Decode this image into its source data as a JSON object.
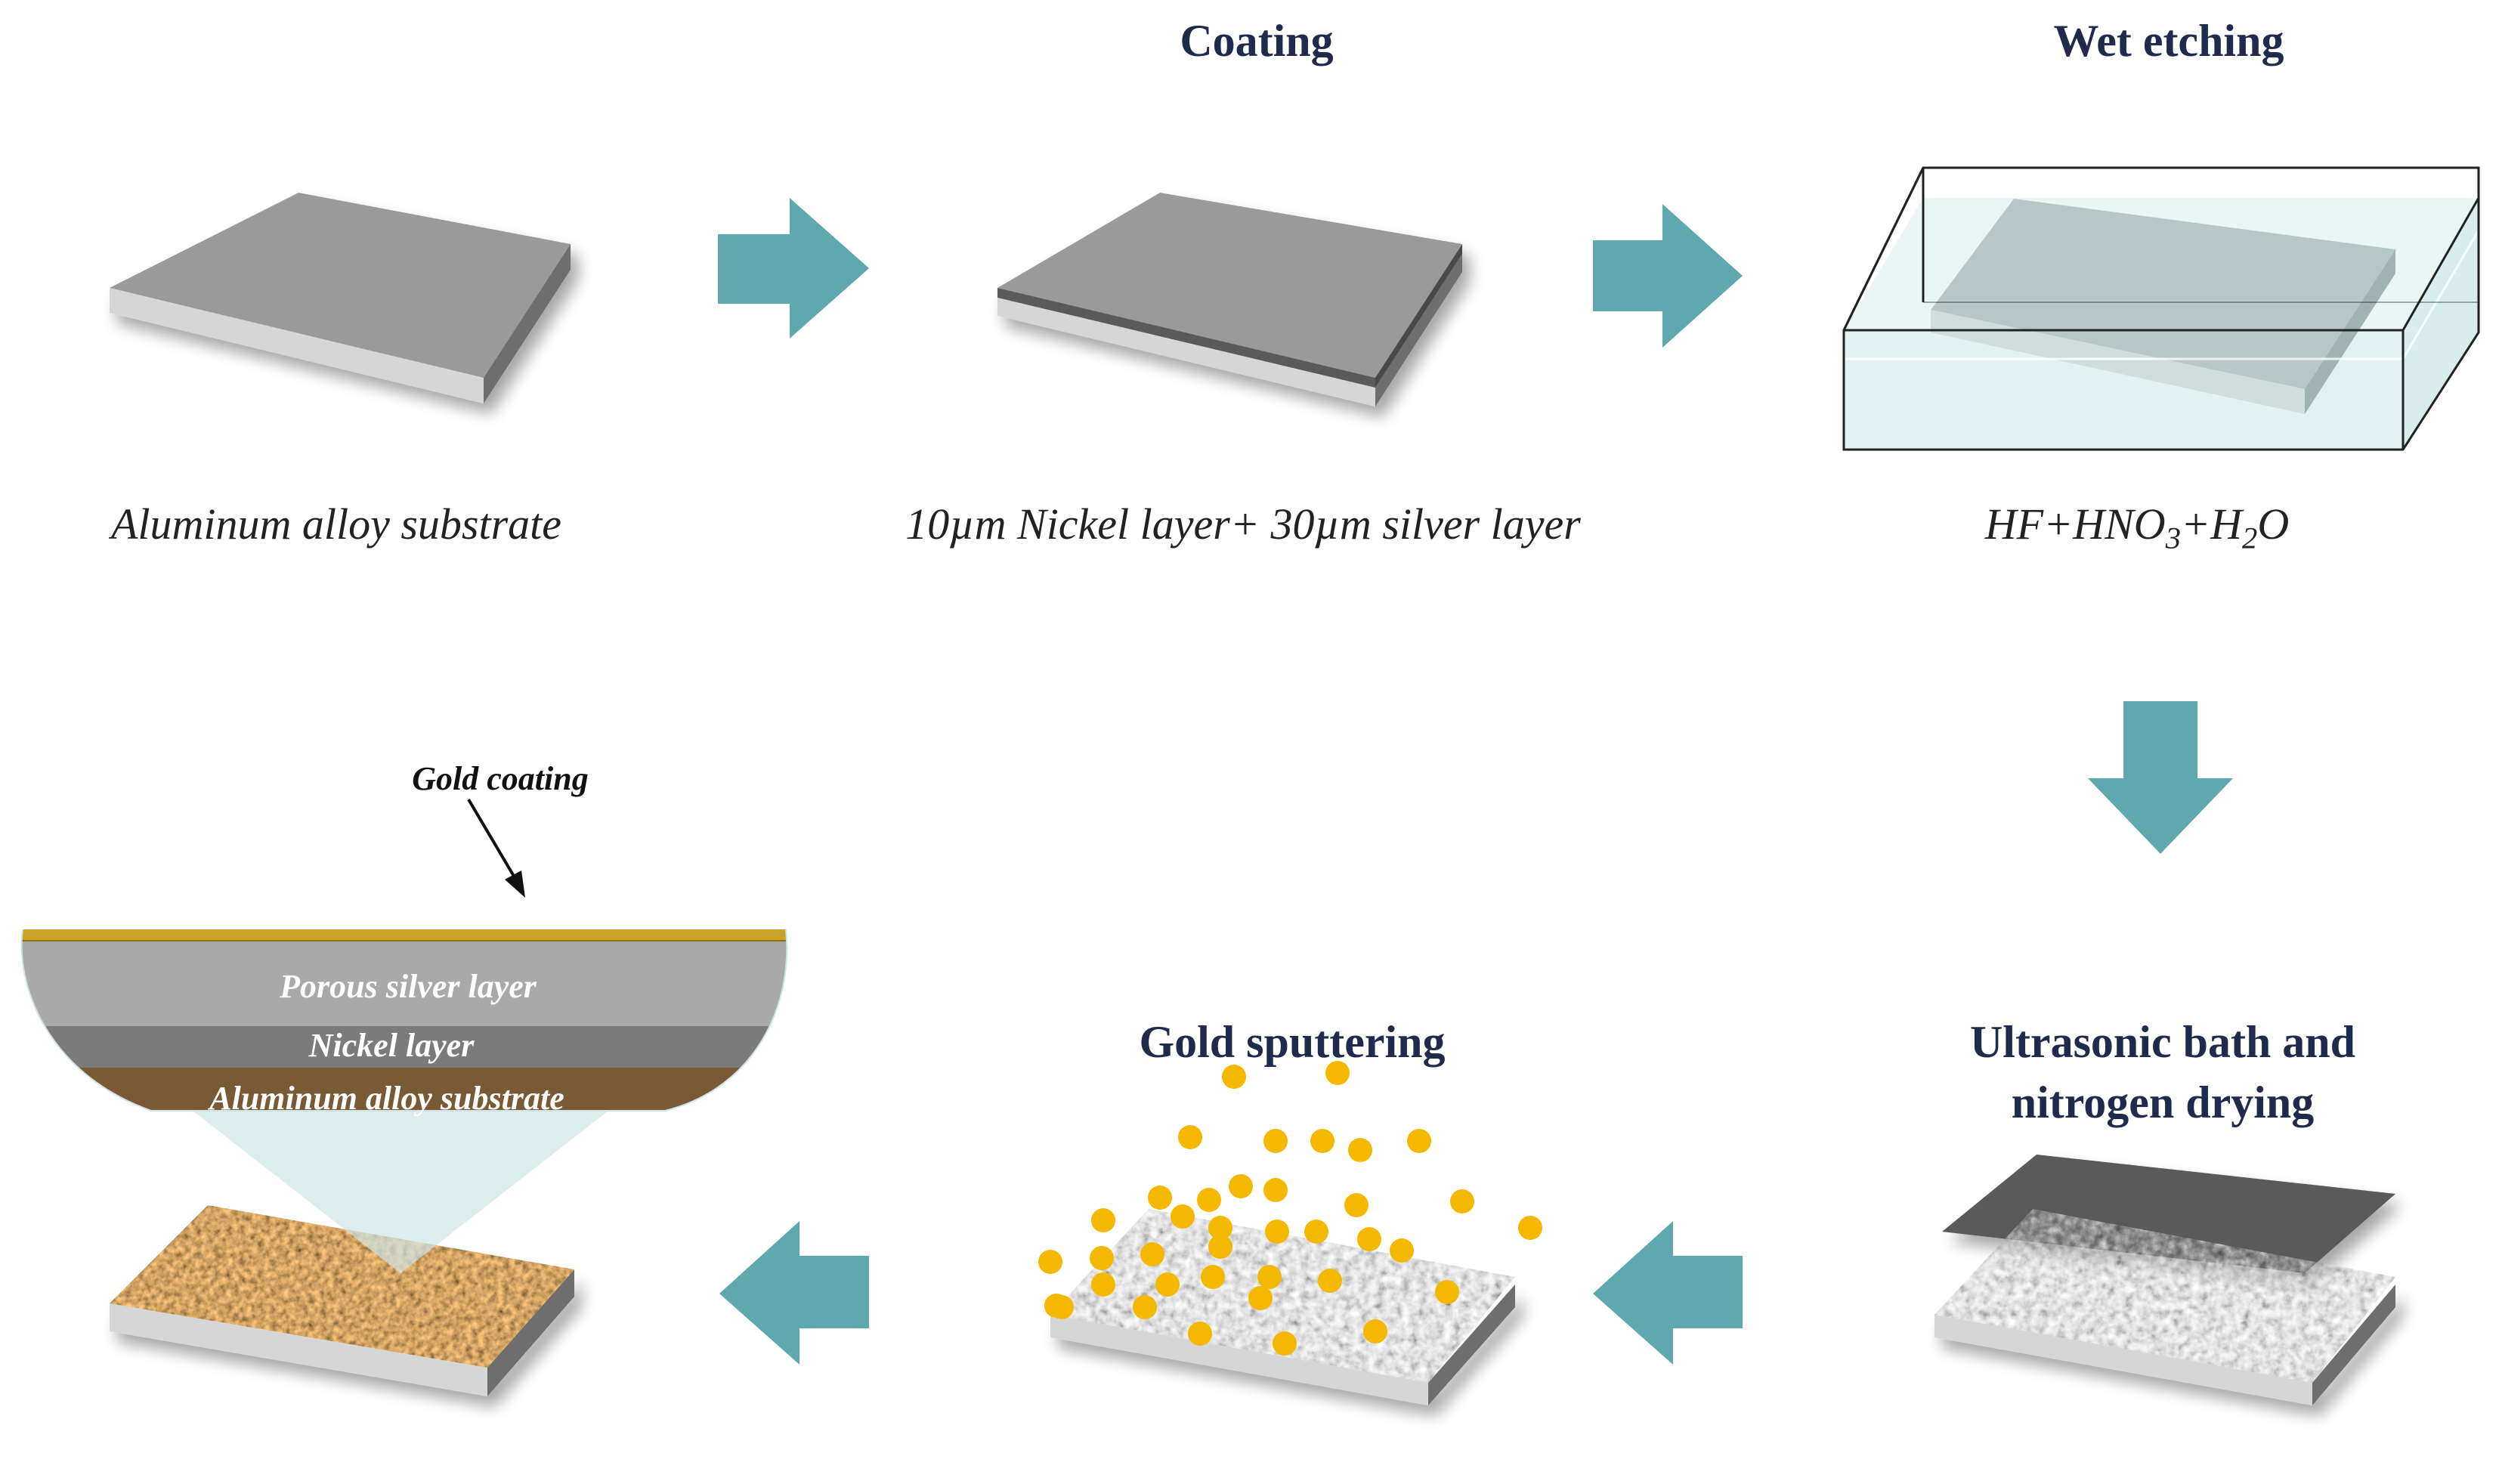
{
  "steps": {
    "substrate": {
      "caption": "Aluminum alloy substrate"
    },
    "coating": {
      "title": "Coating",
      "caption": "10µm Nickel layer+ 30µm silver layer"
    },
    "etching": {
      "title": "Wet etching",
      "formula": {
        "p1": "HF+HNO",
        "s1": "3",
        "p2": "+H",
        "s2": "2",
        "p3": "O"
      }
    },
    "ultrasonic": {
      "title_line1": "Ultrasonic bath and",
      "title_line2": "nitrogen drying"
    },
    "sputtering": {
      "title": "Gold sputtering"
    },
    "result": {
      "gold_label": "Gold coating",
      "layers": [
        "Porous silver layer",
        "Nickel layer",
        "Aluminum alloy substrate"
      ]
    }
  },
  "colors": {
    "arrow": "#5fa8ad",
    "title_text": "#1f2a4d",
    "gold": "#f5b800",
    "gold_coating": "#c9a227",
    "silver_layer": "#a9a9a9",
    "nickel_layer": "#7b7b7b",
    "aluminum_layer": "#7a5a35"
  },
  "icons": [
    "arrow-right-icon",
    "arrow-down-icon",
    "arrow-left-icon"
  ]
}
